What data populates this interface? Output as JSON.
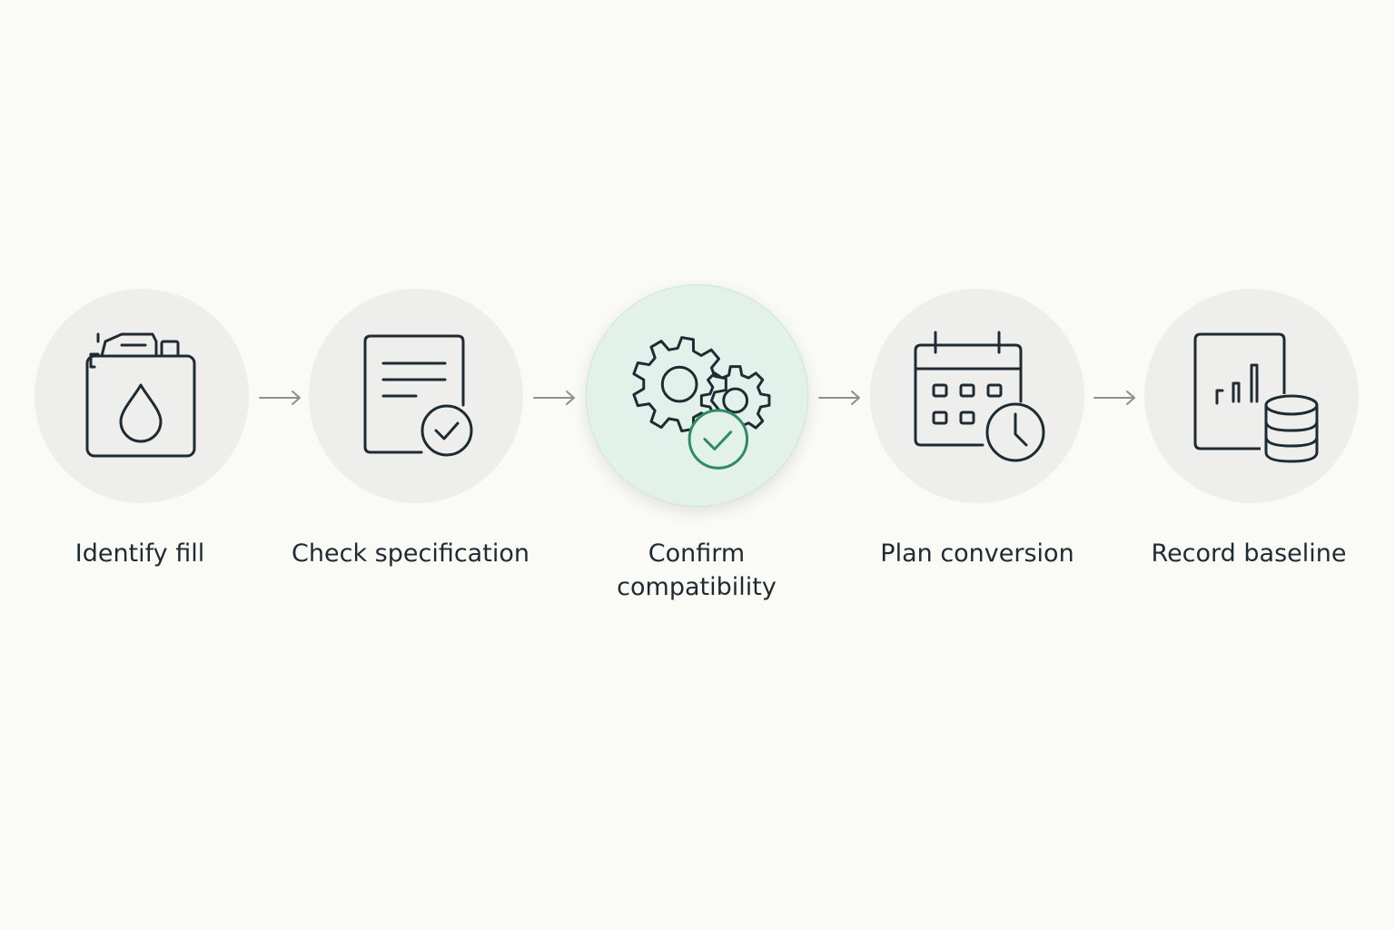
{
  "colors": {
    "background": "#fafaf7",
    "circle": "#eeeeec",
    "active_circle": "#e2f1ea",
    "icon_ink": "#1f2b33",
    "accent": "#2e8b62",
    "arrow": "#8a8f92"
  },
  "steps": [
    {
      "label_lines": [
        "Identify fill"
      ],
      "icon": "fuel-can-icon",
      "active": false
    },
    {
      "label_lines": [
        "Check specification"
      ],
      "icon": "document-check-icon",
      "active": false
    },
    {
      "label_lines": [
        "Confirm",
        "compatibility"
      ],
      "icon": "gears-check-icon",
      "active": true
    },
    {
      "label_lines": [
        "Plan conversion"
      ],
      "icon": "calendar-clock-icon",
      "active": false
    },
    {
      "label_lines": [
        "Record baseline"
      ],
      "icon": "report-database-icon",
      "active": false
    }
  ]
}
